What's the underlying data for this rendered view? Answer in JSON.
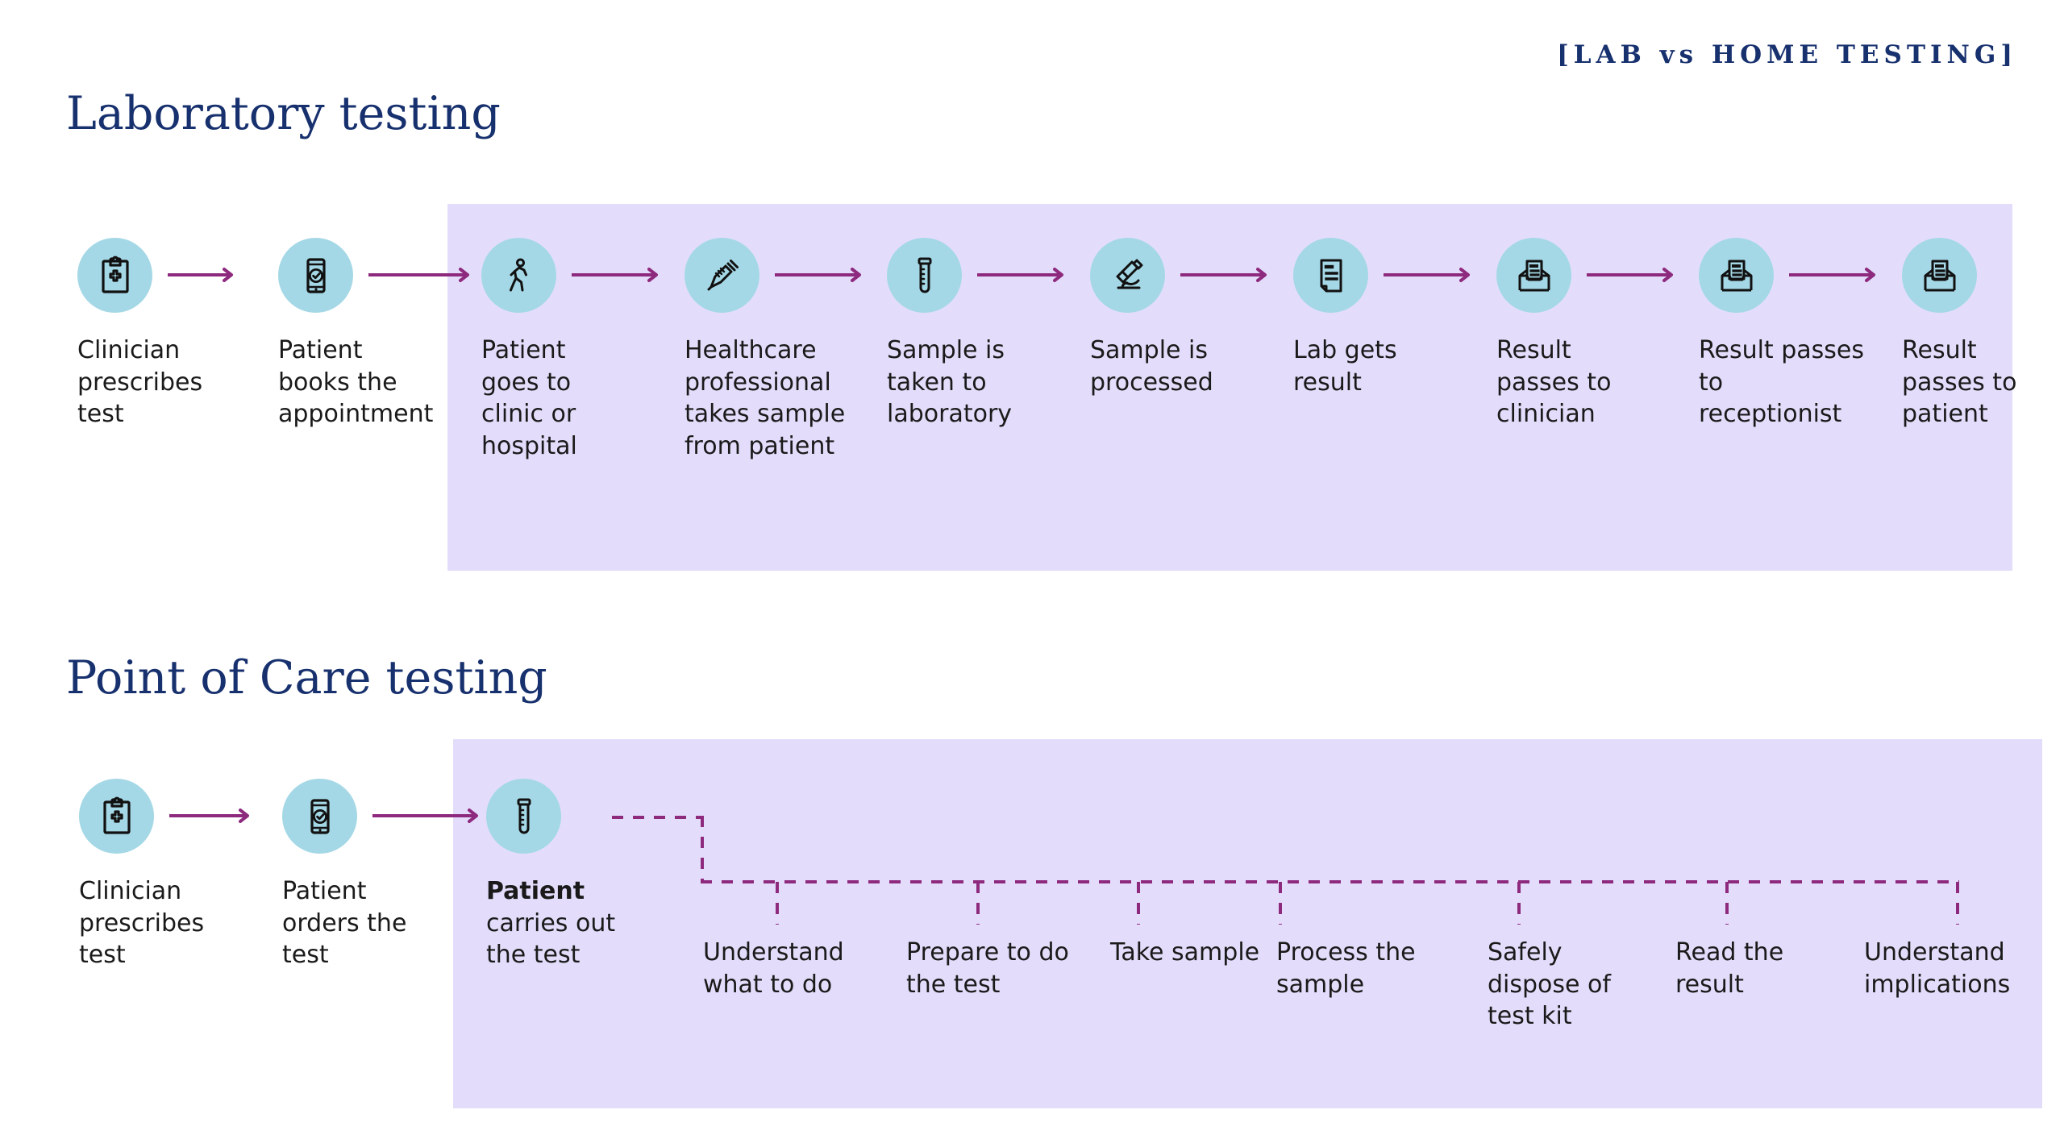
{
  "kicker": "[LAB vs HOME TESTING]",
  "colors": {
    "navy": "#17306e",
    "panel_lavender": "#e3ddfb",
    "icon_circle_blue": "#a5d8e6",
    "arrow_purple": "#8e2a7e",
    "text_dark": "#1a1a1a",
    "background": "#ffffff"
  },
  "sections": [
    {
      "id": "laboratory",
      "title": "Laboratory testing",
      "steps": [
        {
          "label": "Clinician prescribes test",
          "icon": "clipboard-medical-icon"
        },
        {
          "label": "Patient books the appointment",
          "icon": "phone-check-icon"
        },
        {
          "label": "Patient goes to clinic or hospital",
          "icon": "walking-person-icon"
        },
        {
          "label": "Healthcare professional takes sample from patient",
          "icon": "syringe-icon"
        },
        {
          "label": "Sample is taken to laboratory",
          "icon": "test-tube-icon"
        },
        {
          "label": "Sample is processed",
          "icon": "microscope-icon"
        },
        {
          "label": "Lab gets result",
          "icon": "document-icon"
        },
        {
          "label": "Result passes to clinician",
          "icon": "inbox-tray-icon"
        },
        {
          "label": "Result passes to receptionist",
          "icon": "inbox-tray-icon"
        },
        {
          "label": "Result passes to patient",
          "icon": "inbox-tray-icon"
        }
      ]
    },
    {
      "id": "point-of-care",
      "title": "Point of Care testing",
      "steps": [
        {
          "label": "Clinician prescribes test",
          "icon": "clipboard-medical-icon"
        },
        {
          "label": "Patient orders the test",
          "icon": "phone-check-icon"
        },
        {
          "label_bold": "Patient",
          "label": "carries out the test",
          "icon": "test-tube-icon"
        }
      ],
      "substeps": [
        "Understand what to do",
        "Prepare to do the test",
        "Take sample",
        "Process the sample",
        "Safely dispose of test kit",
        "Read the result",
        "Understand implications"
      ]
    }
  ]
}
